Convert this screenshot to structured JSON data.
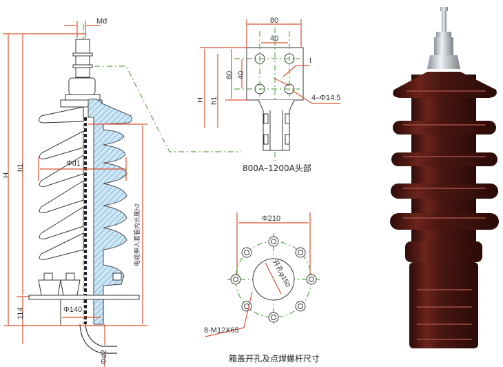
{
  "main_drawing": {
    "labels": {
      "md": "Md",
      "H": "H",
      "h1": "h1",
      "phi_d1": "Φd1",
      "phi_140": "Φ140",
      "dim_114": "114",
      "phi_d2": "Φd2",
      "h2_note": "电缆伸入套管内长度h2"
    }
  },
  "head_detail": {
    "labels": {
      "w80": "80",
      "w40": "40",
      "h80": "80",
      "h40": "40",
      "H": "H",
      "h1": "h1",
      "t": "t",
      "holes": "4–Φ14.5"
    },
    "caption": "800A–1200A头部"
  },
  "flange_detail": {
    "labels": {
      "phi210": "Φ210",
      "hole150": "开孔φ150",
      "bolts": "8-M12X65"
    },
    "caption": "箱盖开孔及点焊螺杆尺寸"
  },
  "photo": {
    "subject": "brown porcelain bushing with metal terminal",
    "body_color": "#4a1712",
    "highlight_color": "#7a2e24",
    "metal_color": "#c9cdd2"
  },
  "colors": {
    "dimension": "#d9502f",
    "centerline": "#5aa84a",
    "hatch": "#7fb8e0"
  }
}
